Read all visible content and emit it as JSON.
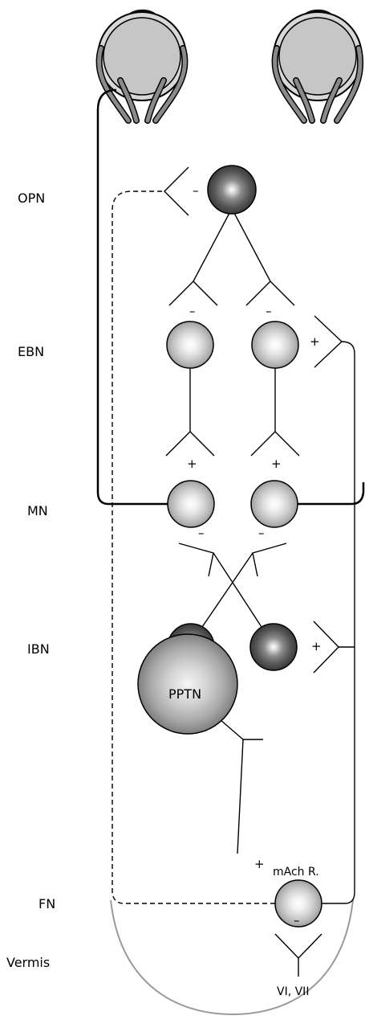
{
  "labels": {
    "opn": "OPN",
    "ebn": "EBN",
    "mn": "MN",
    "ibn": "IBN",
    "fn": "FN",
    "vermis": "Vermis",
    "pptn": "PPTN",
    "mach": "mAch R.",
    "vi_vii": "VI, VII"
  },
  "signs": {
    "opn": "–",
    "ebn_left": "–",
    "ebn_right": "–",
    "ebn_input": "+",
    "mn_left": "+",
    "mn_right": "+",
    "ibn_left": "–",
    "ibn_right": "–",
    "ibn_input": "+",
    "mach": "+",
    "vermis": "–"
  },
  "colors": {
    "stroke": "#000000",
    "eye_gray": "#c8c8c8",
    "muscle_gray": "#8a8a8a",
    "vermis_arc": "#9a9a9a"
  }
}
